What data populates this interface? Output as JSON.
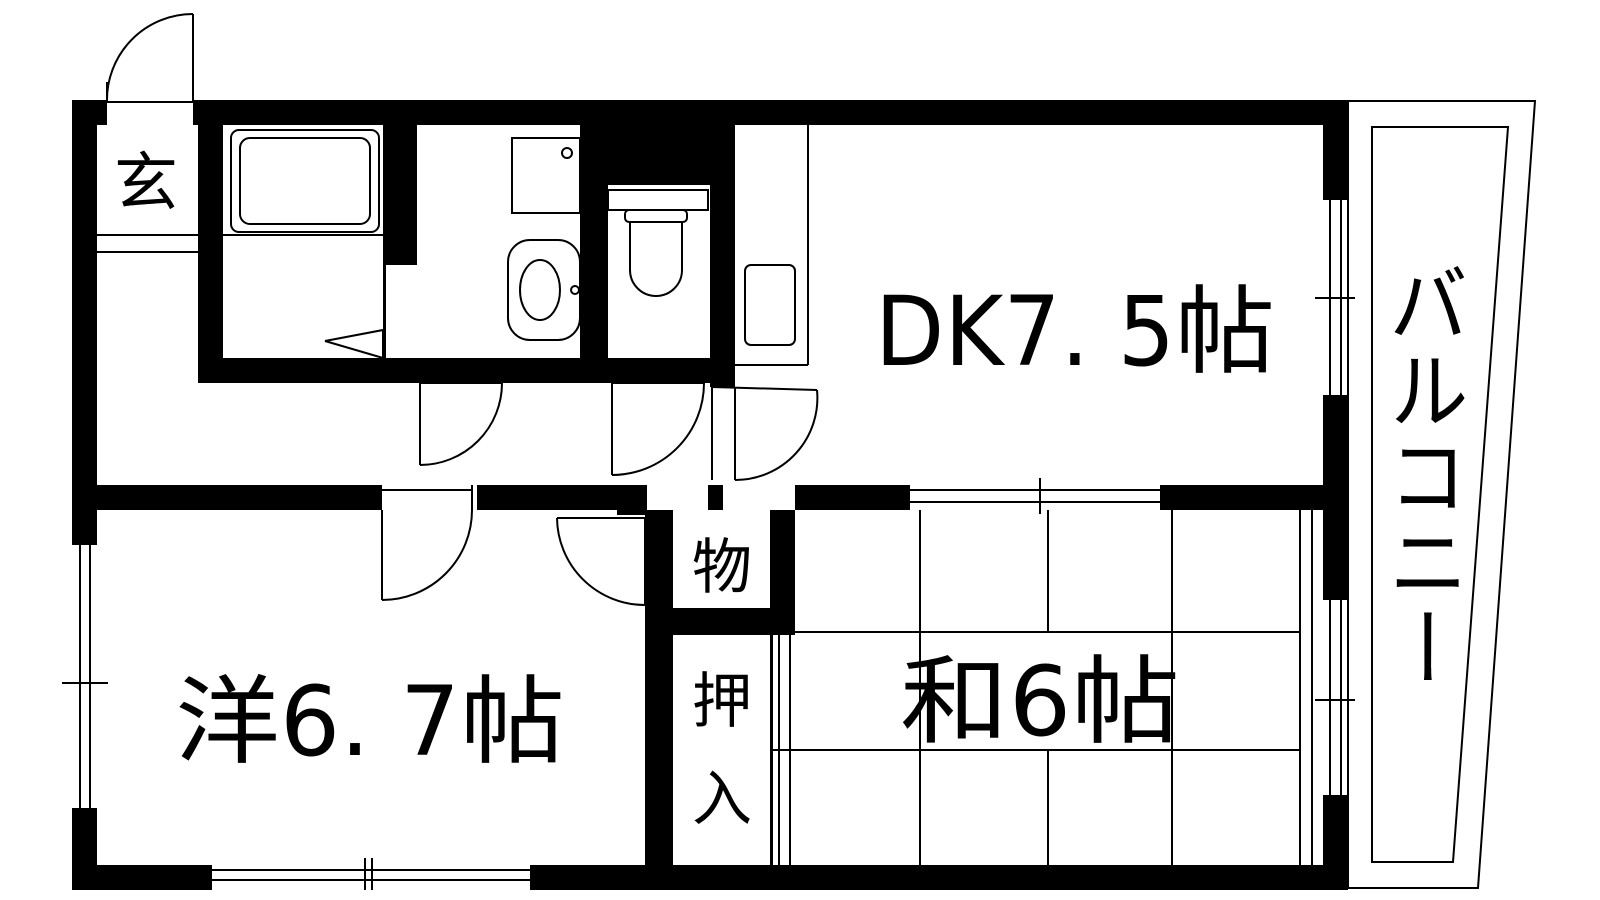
{
  "floor_plan": {
    "rooms": {
      "dk": "DK7. 5帖",
      "western": "洋6. 7帖",
      "japanese": "和6帖",
      "balcony": "バルコニー",
      "entrance": "玄",
      "storage": "物",
      "closet_top": "押",
      "closet_bottom": "入"
    }
  }
}
